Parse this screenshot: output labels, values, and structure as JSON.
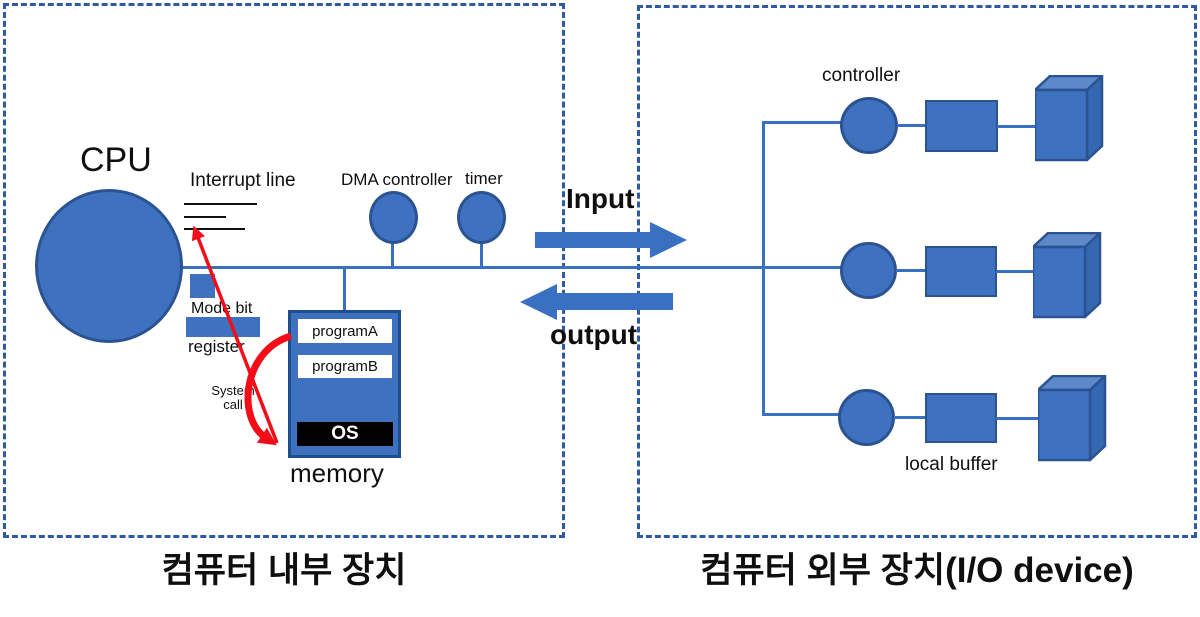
{
  "colors": {
    "shape_fill": "#3e72c0",
    "shape_border": "#2b5291",
    "cube_top": "#5d89ca",
    "cube_side": "#3468b0",
    "bus": "#3a70c2",
    "dashed_border": "#2e59a4",
    "red": "#f20d18",
    "text": "#0f0f0f",
    "os_bg": "#000000",
    "os_text": "#ffffff",
    "program_bg": "#ffffff",
    "canvas_bg": "#ffffff"
  },
  "left_panel": {
    "title": "컴퓨터 내부 장치",
    "cpu_label": "CPU",
    "interrupt_line_label": "Interrupt line",
    "mode_bit_label": "Mode bit",
    "register_label": "register",
    "system_call_label": "System call",
    "dma_label": "DMA controller",
    "timer_label": "timer",
    "memory": {
      "label": "memory",
      "programs": [
        "programA",
        "programB"
      ],
      "os_label": "OS"
    }
  },
  "io": {
    "input_label": "Input",
    "output_label": "output"
  },
  "right_panel": {
    "title": "컴퓨터 외부 장치(I/O device)",
    "controller_label": "controller",
    "local_buffer_label": "local buffer"
  }
}
